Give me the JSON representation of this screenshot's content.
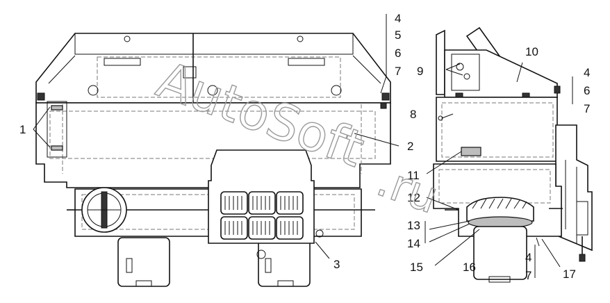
{
  "watermark": {
    "line1": "AutoSoft",
    "line2": ".ru"
  },
  "callouts": [
    {
      "id": "c4a",
      "text": "4"
    },
    {
      "id": "c5",
      "text": "5"
    },
    {
      "id": "c6a",
      "text": "6"
    },
    {
      "id": "c7a",
      "text": "7"
    },
    {
      "id": "c1",
      "text": "1"
    },
    {
      "id": "c2",
      "text": "2"
    },
    {
      "id": "c3",
      "text": "3"
    },
    {
      "id": "c9",
      "text": "9"
    },
    {
      "id": "c10",
      "text": "10"
    },
    {
      "id": "c4b",
      "text": "4"
    },
    {
      "id": "c6b",
      "text": "6"
    },
    {
      "id": "c7b",
      "text": "7"
    },
    {
      "id": "c8",
      "text": "8"
    },
    {
      "id": "c11",
      "text": "11"
    },
    {
      "id": "c12",
      "text": "12"
    },
    {
      "id": "c13",
      "text": "13"
    },
    {
      "id": "c14",
      "text": "14"
    },
    {
      "id": "c15",
      "text": "15"
    },
    {
      "id": "c16",
      "text": "16"
    },
    {
      "id": "c4c",
      "text": "4"
    },
    {
      "id": "c7c",
      "text": "7"
    },
    {
      "id": "c17",
      "text": "17"
    }
  ]
}
